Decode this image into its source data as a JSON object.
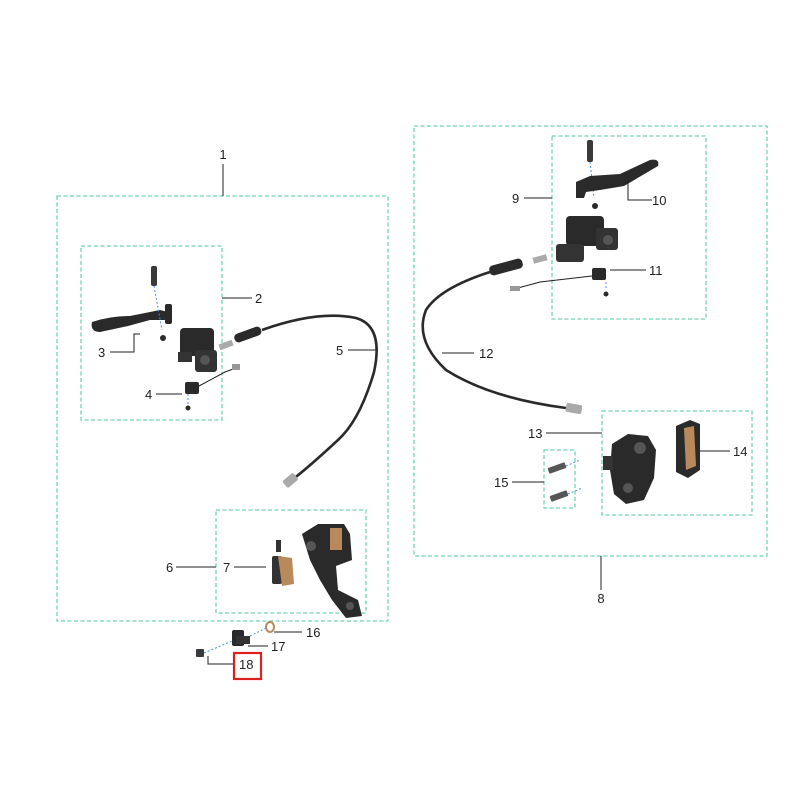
{
  "colors": {
    "group_box": "#6fd3b8",
    "leader_line": "#222222",
    "highlight": "#e0201c",
    "part_dark": "#2a2a2a",
    "brake_pad": "#b8895a"
  },
  "callouts": {
    "c1": "1",
    "c2": "2",
    "c3": "3",
    "c4": "4",
    "c5": "5",
    "c6": "6",
    "c7": "7",
    "c8": "8",
    "c9": "9",
    "c10": "10",
    "c11": "11",
    "c12": "12",
    "c13": "13",
    "c14": "14",
    "c15": "15",
    "c16": "16",
    "c17": "17",
    "c18": "18"
  },
  "highlighted_callout": "18"
}
